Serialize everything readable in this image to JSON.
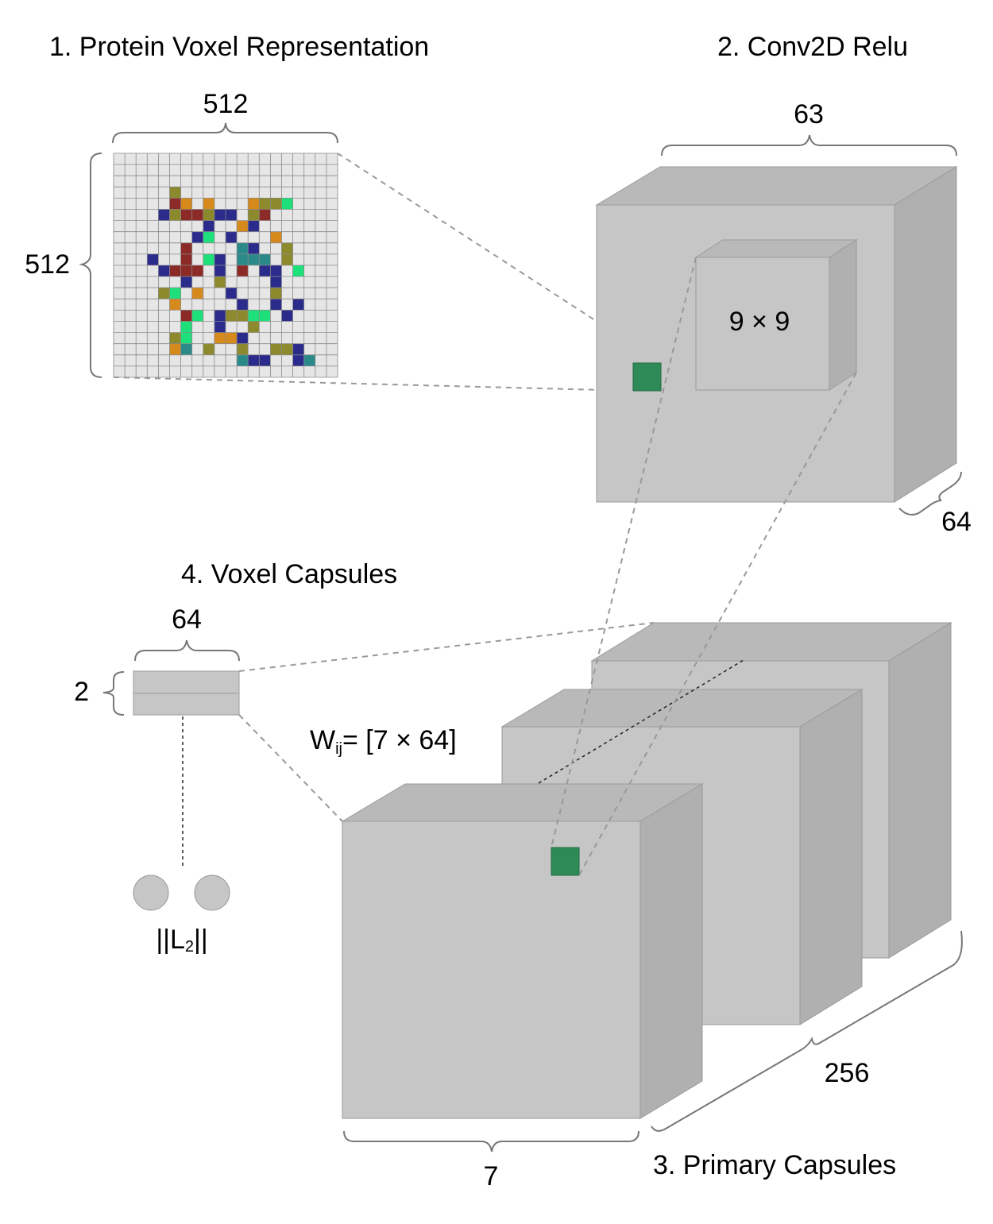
{
  "sections": {
    "s1": "1. Protein Voxel Representation",
    "s2": "2. Conv2D Relu",
    "s3": "3. Primary Capsules",
    "s4": "4. Voxel Capsules"
  },
  "dims": {
    "voxel_width": "512",
    "voxel_height": "512",
    "conv_width": "63",
    "conv_depth": "64",
    "kernel": "9 × 9",
    "caps_width": "7",
    "caps_depth": "256",
    "vc_width": "64",
    "vc_height": "2"
  },
  "weights": {
    "symbol": "W",
    "subscript": "ij",
    "value": "= [7 × 64]"
  },
  "norm": {
    "prefix": "||L",
    "subscript": "2",
    "suffix": "||"
  },
  "colors": {
    "grid_bg": "#e6e6e6",
    "grid_line": "#8a8a8a",
    "marker": "#2e8b57",
    "voxel_palette": {
      "r": "#8b2a26",
      "o": "#d68a1c",
      "b": "#2b2b8c",
      "g": "#1ee07a",
      "t": "#2a8a8a",
      "y": "#8c8a2c",
      "n": "#2c9a6a"
    }
  },
  "voxel_grid": {
    "size": 20,
    "cells": [
      [
        5,
        3,
        "y"
      ],
      [
        5,
        4,
        "r"
      ],
      [
        6,
        4,
        "o"
      ],
      [
        8,
        4,
        "o"
      ],
      [
        12,
        4,
        "o"
      ],
      [
        13,
        4,
        "y"
      ],
      [
        14,
        4,
        "y"
      ],
      [
        15,
        4,
        "g"
      ],
      [
        4,
        5,
        "b"
      ],
      [
        5,
        5,
        "y"
      ],
      [
        6,
        5,
        "r"
      ],
      [
        7,
        5,
        "r"
      ],
      [
        8,
        5,
        "y"
      ],
      [
        9,
        5,
        "b"
      ],
      [
        10,
        5,
        "b"
      ],
      [
        12,
        5,
        "y"
      ],
      [
        13,
        5,
        "r"
      ],
      [
        8,
        6,
        "b"
      ],
      [
        11,
        6,
        "o"
      ],
      [
        12,
        6,
        "b"
      ],
      [
        7,
        7,
        "b"
      ],
      [
        8,
        7,
        "g"
      ],
      [
        10,
        7,
        "b"
      ],
      [
        14,
        7,
        "o"
      ],
      [
        6,
        8,
        "r"
      ],
      [
        11,
        8,
        "t"
      ],
      [
        12,
        8,
        "b"
      ],
      [
        15,
        8,
        "y"
      ],
      [
        3,
        9,
        "b"
      ],
      [
        6,
        9,
        "r"
      ],
      [
        8,
        9,
        "g"
      ],
      [
        9,
        9,
        "b"
      ],
      [
        11,
        9,
        "t"
      ],
      [
        12,
        9,
        "t"
      ],
      [
        13,
        9,
        "t"
      ],
      [
        15,
        9,
        "y"
      ],
      [
        4,
        10,
        "b"
      ],
      [
        5,
        10,
        "r"
      ],
      [
        6,
        10,
        "r"
      ],
      [
        7,
        10,
        "r"
      ],
      [
        9,
        10,
        "b"
      ],
      [
        11,
        10,
        "r"
      ],
      [
        13,
        10,
        "b"
      ],
      [
        14,
        10,
        "b"
      ],
      [
        16,
        10,
        "g"
      ],
      [
        6,
        11,
        "b"
      ],
      [
        9,
        11,
        "y"
      ],
      [
        14,
        11,
        "b"
      ],
      [
        4,
        12,
        "y"
      ],
      [
        5,
        12,
        "g"
      ],
      [
        7,
        12,
        "o"
      ],
      [
        10,
        12,
        "b"
      ],
      [
        14,
        12,
        "y"
      ],
      [
        5,
        13,
        "o"
      ],
      [
        11,
        13,
        "b"
      ],
      [
        14,
        13,
        "b"
      ],
      [
        16,
        13,
        "b"
      ],
      [
        6,
        14,
        "r"
      ],
      [
        7,
        14,
        "g"
      ],
      [
        9,
        14,
        "b"
      ],
      [
        10,
        14,
        "y"
      ],
      [
        11,
        14,
        "y"
      ],
      [
        12,
        14,
        "g"
      ],
      [
        13,
        14,
        "g"
      ],
      [
        15,
        14,
        "b"
      ],
      [
        6,
        15,
        "g"
      ],
      [
        9,
        15,
        "b"
      ],
      [
        12,
        15,
        "y"
      ],
      [
        5,
        16,
        "y"
      ],
      [
        6,
        16,
        "g"
      ],
      [
        9,
        16,
        "o"
      ],
      [
        10,
        16,
        "o"
      ],
      [
        11,
        16,
        "b"
      ],
      [
        5,
        17,
        "o"
      ],
      [
        6,
        17,
        "t"
      ],
      [
        8,
        17,
        "y"
      ],
      [
        11,
        17,
        "y"
      ],
      [
        14,
        17,
        "y"
      ],
      [
        15,
        17,
        "y"
      ],
      [
        16,
        17,
        "b"
      ],
      [
        11,
        18,
        "t"
      ],
      [
        12,
        18,
        "b"
      ],
      [
        13,
        18,
        "b"
      ],
      [
        16,
        18,
        "b"
      ],
      [
        17,
        18,
        "t"
      ]
    ]
  }
}
